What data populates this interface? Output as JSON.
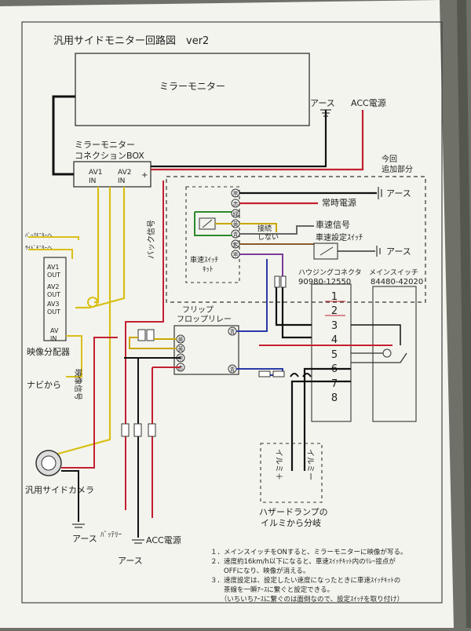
{
  "title": "汎用サイドモニター回路図　ver2",
  "mirror_monitor": "ミラーモニター",
  "box_title": [
    "ミラーモニター",
    "コネクションBOX"
  ],
  "box_pins": {
    "av1": [
      "AV1",
      "IN"
    ],
    "av2": [
      "AV2",
      "IN"
    ],
    "plus": "+"
  },
  "top_right": {
    "ground": "アース",
    "acc": "ACC電源"
  },
  "added_section": [
    "今回",
    "追加部分"
  ],
  "switch_unit_colors": [
    "黒",
    "赤",
    "緑",
    "黄",
    "青",
    "紫",
    "黒"
  ],
  "switch_unit_label": [
    "車速ｽｲｯﾁ",
    "ｷｯﾄ"
  ],
  "added_labels": {
    "ground": "アース",
    "always_power": "常時電源",
    "speed_signal": "車速信号",
    "no_connect": [
      "接続",
      "しない"
    ],
    "speed_setting_switch": "車速設定ｽｲｯﾁ",
    "ground2": "アース"
  },
  "housing": {
    "title": "ハウジングコネクタ",
    "part": "90980-12550"
  },
  "main_switch": {
    "title": "メインスイッチ",
    "part": "84480-42020"
  },
  "pin_numbers": [
    "1",
    "2",
    "3",
    "4",
    "5",
    "6",
    "7",
    "8"
  ],
  "flipflop": {
    "title": [
      "フリップ",
      "フロップリレー"
    ],
    "pins": [
      "黄",
      "黄",
      "黒",
      "赤"
    ],
    "right_pins": [
      "青",
      "青"
    ]
  },
  "back_signal": "バック信号",
  "splitter": {
    "outs": [
      "AV1",
      "OUT",
      "AV2",
      "OUT",
      "AV3",
      "OUT"
    ],
    "in": [
      "AV",
      "IN"
    ],
    "label": "映像分配器",
    "to_lines": [
      "ﾊﾞｯｸﾓﾆﾀｰへ",
      "ｻｲﾄﾞﾓﾆﾀｰへ"
    ]
  },
  "video_signal": "映像信号",
  "from_nav": "ナビから",
  "camera": "汎用サイドカメラ",
  "bottom_labels": {
    "ground1": "アース",
    "battery": "ﾊﾞｯﾃﾘｰ",
    "ground2": "アース",
    "acc": "ACC電源"
  },
  "illumi": {
    "plus": "イルミ＋",
    "minus": "イルミー",
    "caption": [
      "ハザードランプの",
      "イルミから分岐"
    ]
  },
  "notes": [
    "１．メインスイッチをONすると、ミラーモニターに映像が写る。",
    "２．速度約16km/h以下になると、車速ｽｲｯﾁｷｯﾄ内のﾘﾚｰ接点が",
    "　　OFFになり、映像が消える。",
    "３．速度設定は、設定したい速度になったときに車速ｽｲｯﾁｷｯﾄの",
    "　　茶線を一瞬ｱｰｽに繋ぐと設定できる。",
    "　　（いちいちｱｰｽに繋ぐのは面倒なので、設定ｽｲｯﾁを取り付け）"
  ]
}
